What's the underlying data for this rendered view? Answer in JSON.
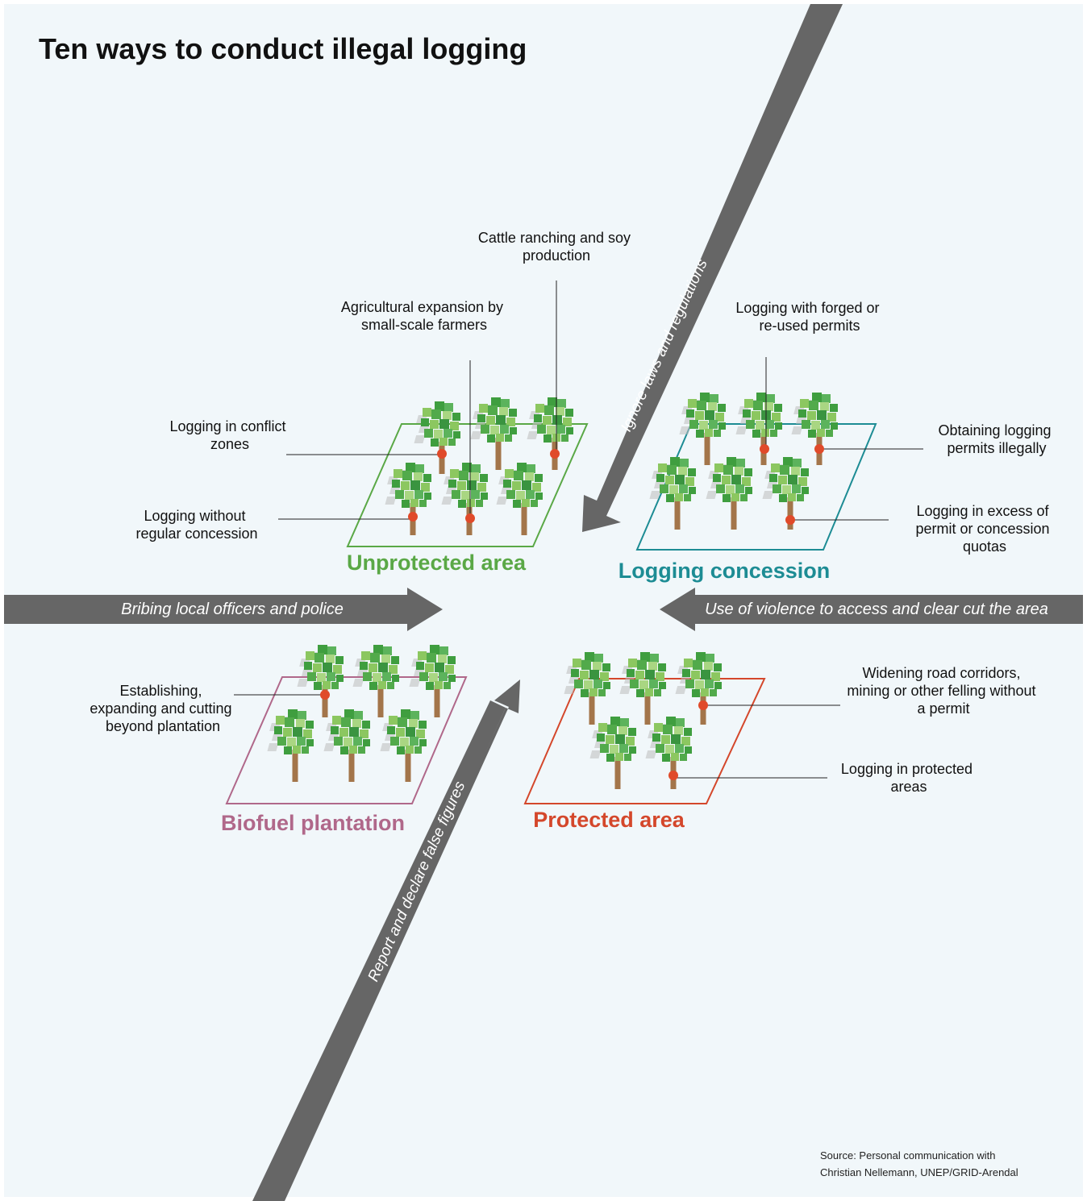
{
  "title": "Ten ways to conduct illegal logging",
  "colors": {
    "background": "#f1f7fa",
    "arrow": "#666666",
    "unprotected": "#5aa846",
    "concession": "#1d8c94",
    "biofuel": "#b0688a",
    "protected": "#d4472b",
    "marker": "#e04a2a",
    "leaf_dark": "#3f9e3f",
    "leaf_light": "#8cc760",
    "trunk": "#a3754a"
  },
  "arrows": {
    "ignore": "Ignore  laws and regulations",
    "bribing": "Bribing local officers and police",
    "violence": "Use of violence to access  and clear cut the area",
    "report": "Report and declare false figures"
  },
  "areas": {
    "unprotected": "Unprotected area",
    "concession": "Logging concession",
    "biofuel": "Biofuel plantation",
    "protected": "Protected area"
  },
  "labels": {
    "cattle": [
      "Cattle ranching and soy",
      "production"
    ],
    "agricultural": [
      "Agricultural expansion by",
      "small-scale farmers"
    ],
    "conflict": [
      "Logging in conflict",
      "zones"
    ],
    "without_concession": [
      "Logging without",
      "regular concession"
    ],
    "forged": [
      "Logging with forged or",
      "re-used permits"
    ],
    "obtaining": [
      "Obtaining logging",
      "permits illegally"
    ],
    "excess": [
      "Logging in excess of",
      "permit or concession",
      "quotas"
    ],
    "establishing": [
      "Establishing,",
      "expanding and cutting",
      "beyond plantation"
    ],
    "widening": [
      "Widening road corridors,",
      "mining or other felling without",
      "a permit"
    ],
    "protected_log": [
      "Logging in protected",
      "areas"
    ]
  },
  "source": [
    "Source: Personal communication with",
    "Christian Nellemann, UNEP/GRID-Arendal"
  ]
}
